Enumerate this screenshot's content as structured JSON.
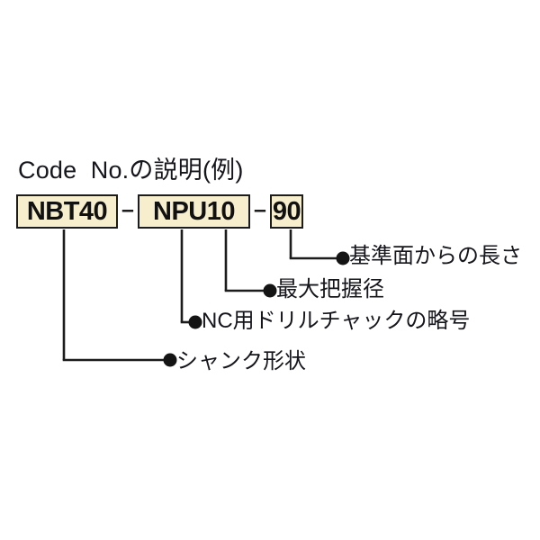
{
  "diagram": {
    "title": "Code  No.の説明(例)",
    "separator": "–",
    "code_boxes": [
      {
        "id": "shank",
        "value": "NBT40"
      },
      {
        "id": "chuck",
        "value": "NPU10"
      },
      {
        "id": "length",
        "value": "90"
      }
    ],
    "callouts": [
      {
        "id": "length",
        "label": "基準面からの長さ",
        "source_box": "length"
      },
      {
        "id": "grip",
        "label": "最大把握径",
        "source_box": "chuck"
      },
      {
        "id": "abbr",
        "label": "NC用ドリルチャックの略号",
        "source_box": "chuck"
      },
      {
        "id": "shape",
        "label": "シャンク形状",
        "source_box": "shank"
      }
    ],
    "colors": {
      "box_fill": "#f7eecd",
      "box_border": "#1c1c1c",
      "text": "#15151c",
      "leader_line": "#1c1c1c",
      "background": "#ffffff"
    }
  }
}
